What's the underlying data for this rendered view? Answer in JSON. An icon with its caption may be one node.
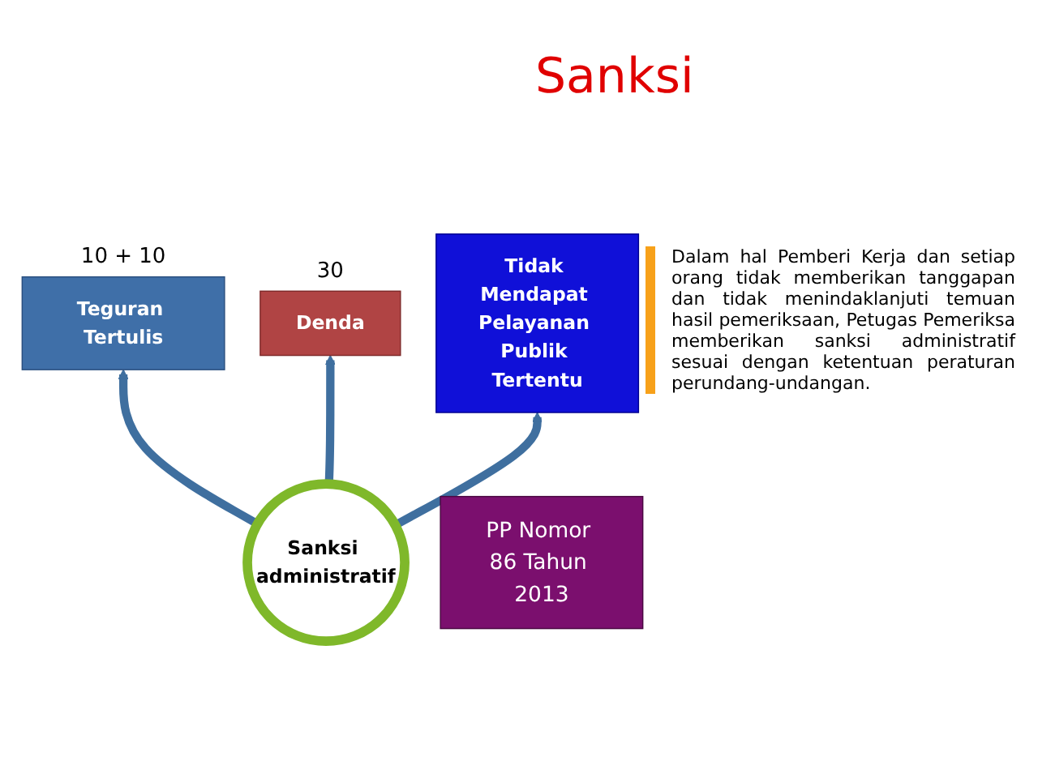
{
  "diagram": {
    "title": "Sanksi",
    "nodes": [
      {
        "text": [
          "Teguran Tertulis"
        ],
        "beside": [
          "10 + 10"
        ]
      },
      {
        "text": [
          "Denda"
        ],
        "beside": [
          "30"
        ]
      },
      {
        "text": [
          "Tidak Mendapat Pelayanan Publik Tertentu"
        ]
      },
      {
        "text": [
          "Sanksi administratif"
        ]
      },
      {
        "text": [
          "PP Nomor 86 Tahun 2013"
        ]
      }
    ],
    "edges": [
      {
        "from": 3,
        "to": 0,
        "arrow": "to"
      },
      {
        "from": 3,
        "to": 1,
        "arrow": "to"
      },
      {
        "from": 3,
        "to": 2,
        "arrow": "to"
      }
    ],
    "labels": [
      "Dalam hal Pemberi Kerja dan setiap orang tidak memberikan tanggapan dan tidak menindaklanjuti temuan hasil pemeriksaan, Petugas Pemeriksa memberikan sanksi administratif sesuai dengan ketentuan peraturan perundang-undangan."
    ]
  }
}
